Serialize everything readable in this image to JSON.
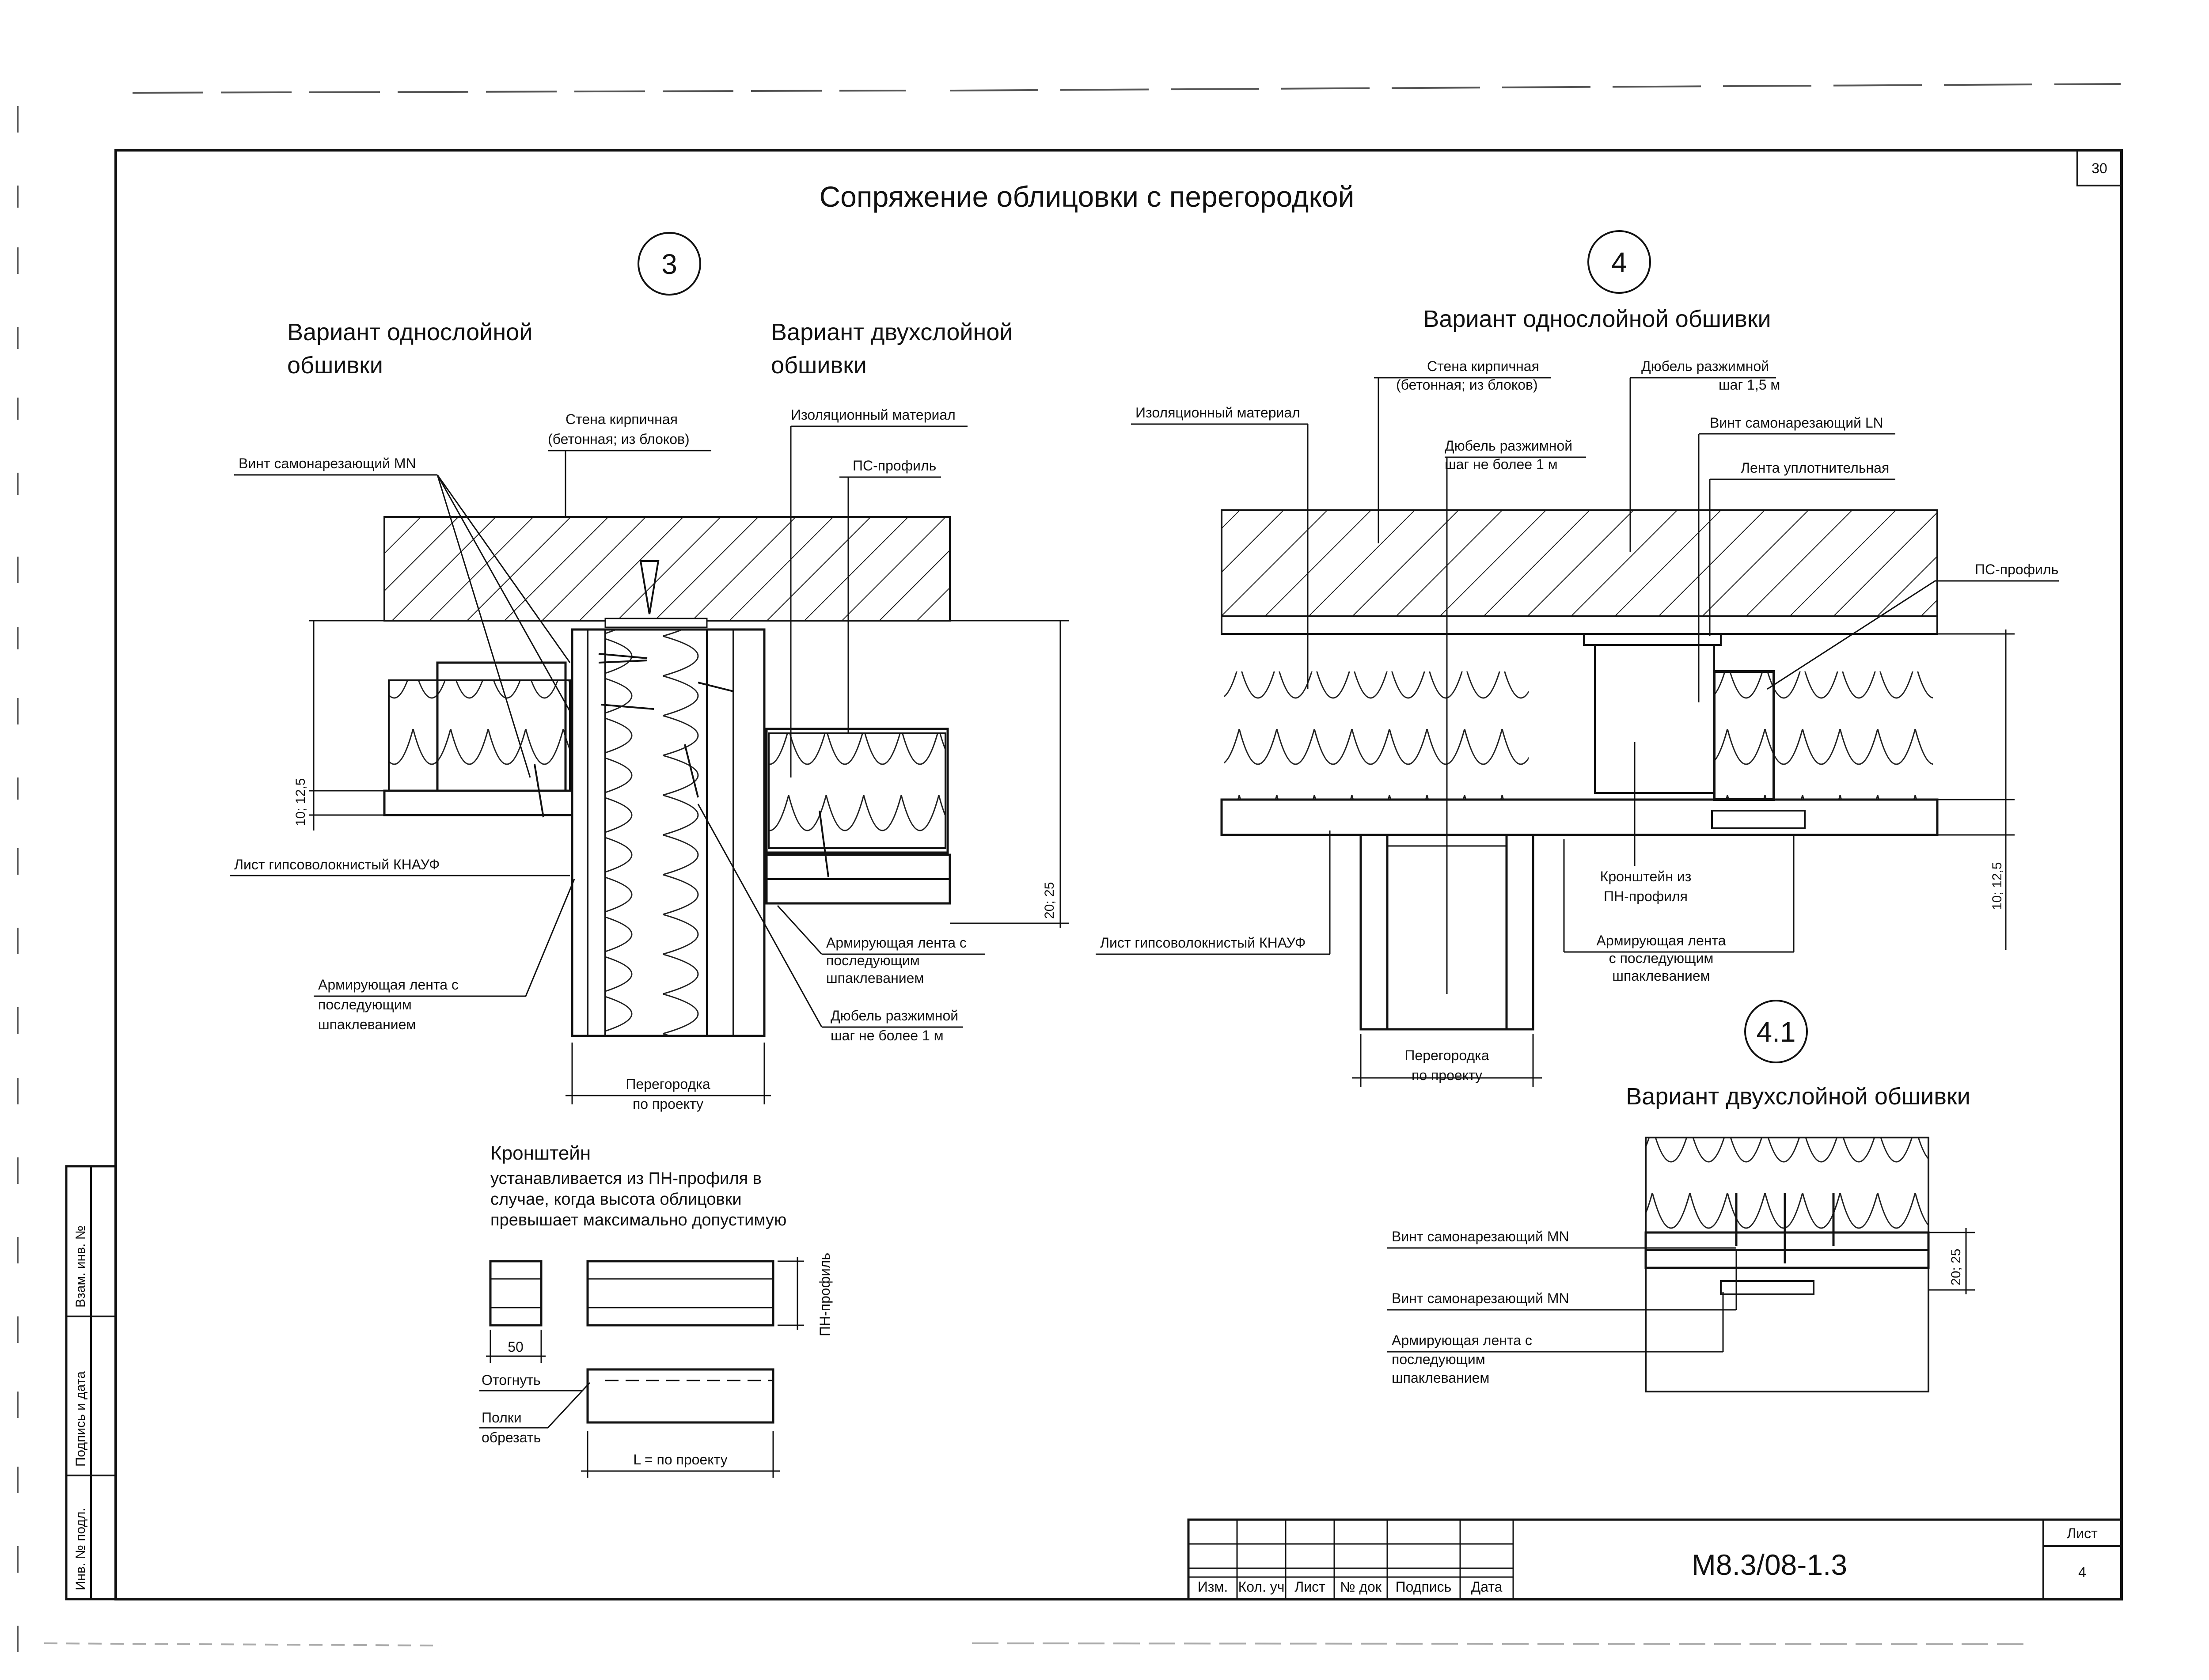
{
  "sheet": {
    "number_top": "30",
    "title": "Сопряжение облицовки с перегородкой",
    "stamp_code": "M8.3/08-1.3",
    "sheet_label": "Лист",
    "sheet_number": "4",
    "stamp_columns": [
      "Изм.",
      "Кол. уч",
      "Лист",
      "№ док",
      "Подпись",
      "Дата"
    ],
    "side_columns": [
      "Взам. инв. №",
      "Подпись и дата",
      "Инв. № подл."
    ]
  },
  "detail3": {
    "circle_num": "3",
    "variant_single": [
      "Вариант однослойной",
      "обшивки"
    ],
    "variant_double": [
      "Вариант двухслойной",
      "обшивки"
    ],
    "wall_label": [
      "Стена кирпичная",
      "(бетонная; из блоков)"
    ],
    "insulation": "Изоляционный материал",
    "ps_profile": "ПС-профиль",
    "screw_mn": "Винт самонарезающий MN",
    "gypsum_sheet": "Лист гипсоволокнистый КНАУФ",
    "tape_left": [
      "Армирующая лента с",
      "последующим",
      "шпаклеванием"
    ],
    "tape_right": [
      "Армирующая лента с",
      "последующим",
      "шпаклеванием"
    ],
    "dowel": [
      "Дюбель разжимной",
      "шаг не более 1 м"
    ],
    "partition": [
      "Перегородка",
      "по проекту"
    ],
    "dim_left": "10; 12,5",
    "dim_right": "20; 25"
  },
  "bracket": {
    "title": "Кронштейн",
    "desc": [
      "устанавливается из ПН-профиля в",
      "случае, когда высота облицовки",
      "превышает максимально допустимую"
    ],
    "pn_profile": "ПН-профиль",
    "dim_50": "50",
    "bend": "Отогнуть",
    "shelves": [
      "Полки",
      "обрезать"
    ],
    "length": "L = по проекту"
  },
  "detail4": {
    "circle_num": "4",
    "variant_single": "Вариант однослойной обшивки",
    "insulation": "Изоляционный материал",
    "wall_label": [
      "Стена кирпичная",
      "(бетонная; из блоков)"
    ],
    "dowel_mid": [
      "Дюбель разжимной",
      "шаг не более 1 м"
    ],
    "dowel_right": [
      "Дюбель разжимной",
      "шаг 1,5 м"
    ],
    "screw_ln": "Винт самонарезающий LN",
    "seal_tape": "Лента уплотнительная",
    "ps_profile": "ПС-профиль",
    "bracket_pn": [
      "Кронштейн из",
      "ПН-профиля"
    ],
    "gypsum_sheet": "Лист гипсоволокнистый КНАУФ",
    "tape": [
      "Армирующая лента",
      "с последующим",
      "шпаклеванием"
    ],
    "partition": [
      "Перегородка",
      "по проекту"
    ],
    "dim": "10; 12,5"
  },
  "detail41": {
    "circle_num": "4.1",
    "variant_double": "Вариант двухслойной обшивки",
    "screw_mn_1": "Винт самонарезающий MN",
    "screw_mn_2": "Винт самонарезающий MN",
    "tape": [
      "Армирующая лента с",
      "последующим",
      "шпаклеванием"
    ],
    "dim": "20; 25"
  }
}
